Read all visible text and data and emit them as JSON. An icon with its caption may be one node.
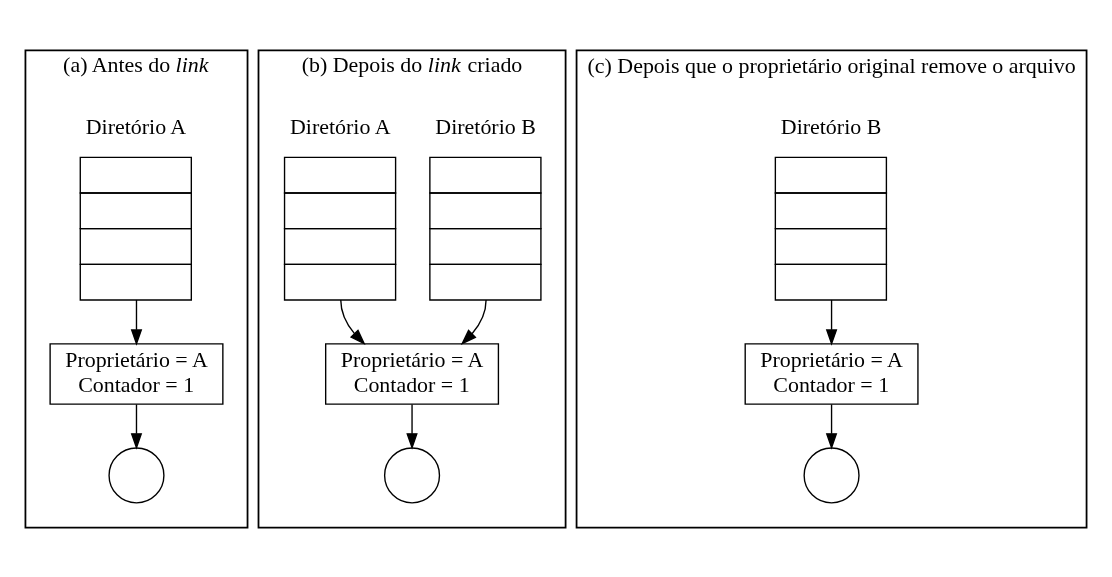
{
  "diagram": {
    "nodes": [
      {
        "text": [
          "(a) Antes do *link*"
        ]
      },
      {
        "text": [
          "Diretório A"
        ],
        "in": 0
      },
      {
        "text": [
          "Proprietário = A",
          "Contador = 1"
        ],
        "in": 0
      },
      {
        "text": [],
        "shape": "circle",
        "in": 0
      },
      {
        "text": [
          "(b) Depois do *link* criado"
        ]
      },
      {
        "text": [
          "Diretório B"
        ],
        "in": 4
      },
      {
        "text": [
          "Diretório A"
        ],
        "in": 4
      },
      {
        "text": [
          "Proprietário = A",
          "Contador = 1"
        ],
        "in": 4
      },
      {
        "text": [],
        "shape": "circle",
        "in": 4
      },
      {
        "text": [
          "(c) Depois que o proprietário original remove o arquivo"
        ]
      },
      {
        "text": [
          "Diretório B"
        ],
        "in": 9
      },
      {
        "text": [
          "Proprietário = A",
          "Contador = 1"
        ],
        "in": 9
      },
      {
        "text": [],
        "shape": "circle",
        "in": 9
      }
    ],
    "edges": [
      {
        "from": 1,
        "to": 2,
        "arrow": "to"
      },
      {
        "from": 2,
        "to": 3,
        "arrow": "to"
      },
      {
        "from": 5,
        "to": 7,
        "arrow": "to"
      },
      {
        "from": 6,
        "to": 7,
        "arrow": "to"
      },
      {
        "from": 7,
        "to": 8,
        "arrow": "to"
      },
      {
        "from": 10,
        "to": 11,
        "arrow": "to"
      },
      {
        "from": 11,
        "to": 12,
        "arrow": "to"
      }
    ]
  }
}
